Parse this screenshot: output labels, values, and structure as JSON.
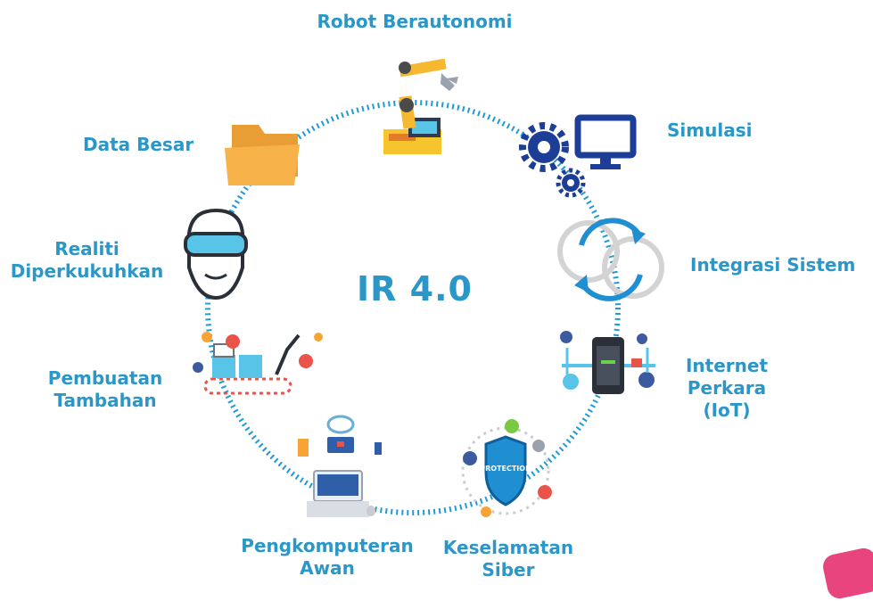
{
  "center_title": "IR 4.0",
  "nodes": [
    {
      "label": "Robot Berautonomi",
      "icon": "robot-arm-icon"
    },
    {
      "label": "Simulasi",
      "icon": "gears-monitor-icon"
    },
    {
      "label": "Integrasi Sistem",
      "icon": "sync-arrows-icon"
    },
    {
      "label": "Internet\nPerkara\n(IoT)",
      "icon": "iot-phone-icon"
    },
    {
      "label": "Keselamatan\nSiber",
      "icon": "shield-protection-icon"
    },
    {
      "label": "Pengkomputeran\nAwan",
      "icon": "cloud-laptop-icon"
    },
    {
      "label": "Pembuatan\nTambahan",
      "icon": "factory-assembly-icon"
    },
    {
      "label": "Realiti\nDiperkukuhkan",
      "icon": "vr-headset-icon"
    },
    {
      "label": "Data Besar",
      "icon": "folder-icon"
    }
  ],
  "shield_text": "PROTECTION",
  "colors": {
    "accent": "#2a97c8",
    "ring": "#1f9ad6",
    "blue_dark": "#1d3e97",
    "orange": "#f6a534",
    "folder": "#f7b24a",
    "pink": "#e8457e"
  }
}
